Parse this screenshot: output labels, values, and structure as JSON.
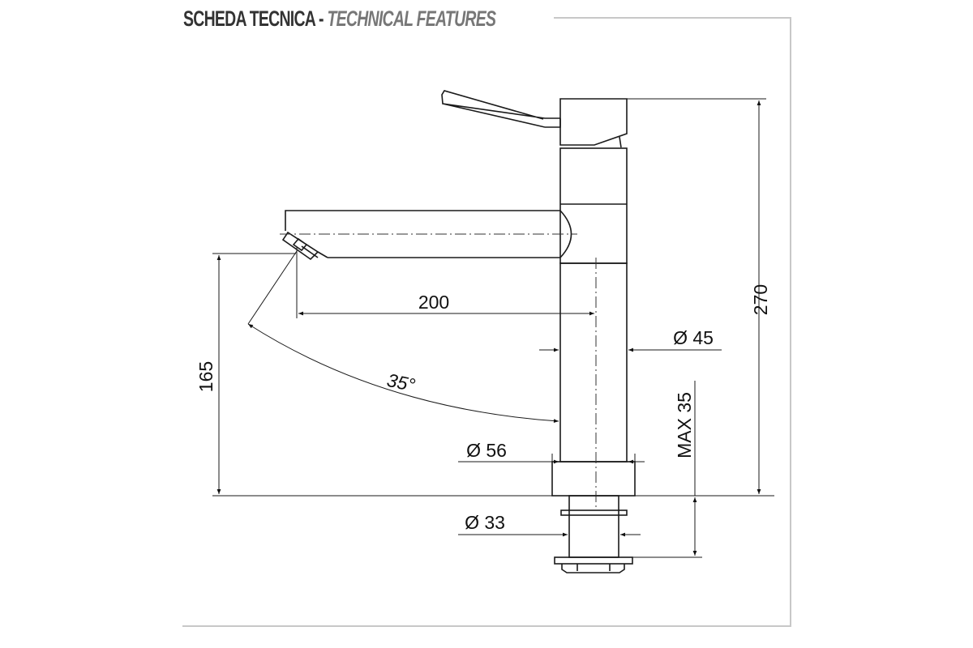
{
  "header": {
    "title_it": "SCHEDA TECNICA",
    "separator": " - ",
    "title_en": "TECHNICAL FEATURES"
  },
  "dimensions": {
    "total_height": "270",
    "spout_height": "165",
    "spout_reach": "200",
    "body_diameter": "Ø 45",
    "base_diameter": "Ø 56",
    "shank_diameter": "Ø 33",
    "max_thickness": "MAX 35",
    "swivel_angle": "35°"
  },
  "colors": {
    "line": "#1a1a1a",
    "frame": "#c8c8c8"
  }
}
